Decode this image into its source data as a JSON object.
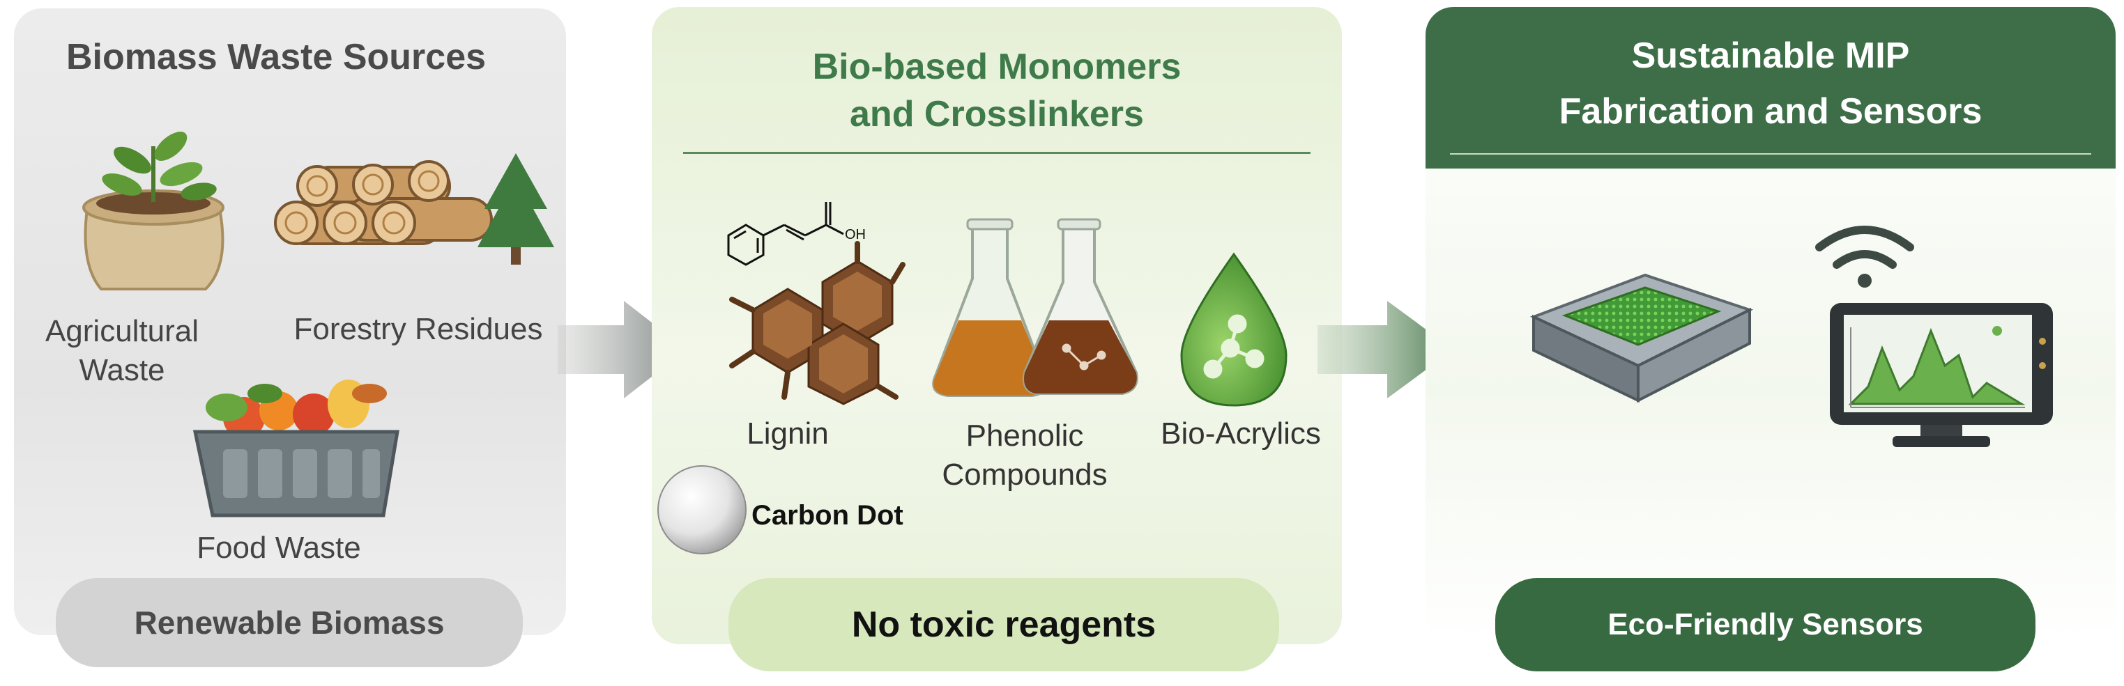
{
  "panels": {
    "sources": {
      "title": "Biomass Waste Sources",
      "agricultural_label": "Agricultural Waste",
      "forestry_label": "Forestry Residues",
      "food_label": "Food Waste",
      "footer": "Renewable Biomass"
    },
    "monomers": {
      "title_line1": "Bio-based Monomers",
      "title_line2": "and Crosslinkers",
      "lignin_label": "Lignin",
      "phenolic_label_line1": "Phenolic",
      "phenolic_label_line2": "Compounds",
      "acrylic_label": "Bio-Acrylics",
      "carbon_dot_label": "Carbon Dot",
      "oh_label": "OH",
      "footer": "No toxic reagents"
    },
    "sensors": {
      "title_line1": "Sustainable MIP",
      "title_line2": "Fabrication and Sensors",
      "footer": "Eco-Friendly Sensors"
    }
  },
  "colors": {
    "dark_green": "#3d6e47",
    "mid_green": "#5a8a57",
    "light_green": "#d7e8bd",
    "grey_panel": "#e6e6e6",
    "arrow_grey": "#8a8f8c"
  }
}
